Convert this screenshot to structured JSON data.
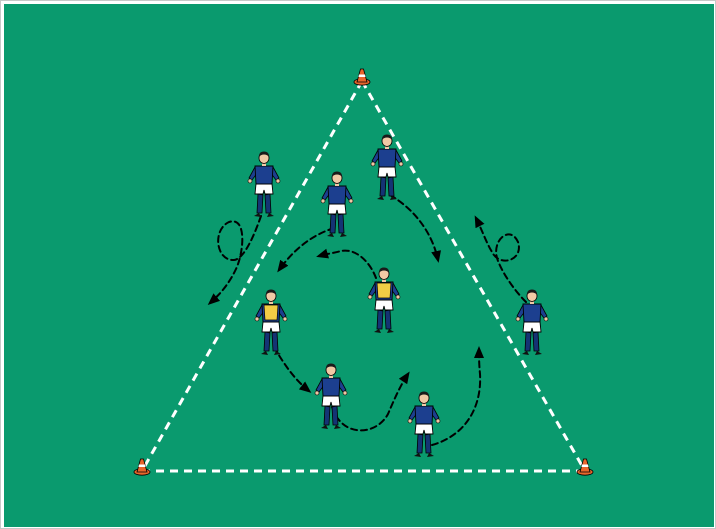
{
  "diagram": {
    "colors": {
      "pitch": "#0a9a6e",
      "boundary_line": "#ffffff",
      "run_arrow": "#000000",
      "team_shirt": "#1c3f8f",
      "bib": "#f2cd45",
      "shorts": "#ffffff",
      "socks": "#143374",
      "cone": "#e8662c"
    },
    "cones": [
      {
        "id": "cone-top",
        "icon": "training-cone"
      },
      {
        "id": "cone-bottom-left",
        "icon": "training-cone"
      },
      {
        "id": "cone-bottom-right",
        "icon": "training-cone"
      }
    ],
    "players": [
      {
        "id": "player-outside-left",
        "role": "outside-player",
        "bib": false
      },
      {
        "id": "player-top-center",
        "role": "inside-player",
        "bib": false
      },
      {
        "id": "player-top-right",
        "role": "inside-player",
        "bib": false
      },
      {
        "id": "player-bib-center",
        "role": "defender",
        "bib": true
      },
      {
        "id": "player-bib-left",
        "role": "defender",
        "bib": true
      },
      {
        "id": "player-bottom-center",
        "role": "inside-player",
        "bib": false
      },
      {
        "id": "player-bottom-right",
        "role": "inside-player",
        "bib": false
      },
      {
        "id": "player-outside-right",
        "role": "outside-player",
        "bib": false
      }
    ],
    "runs": [
      {
        "id": "run-outside-left-loop",
        "style": "dashed-arrow"
      },
      {
        "id": "run-top-center-arc",
        "style": "dashed-arrow"
      },
      {
        "id": "run-top-right",
        "style": "dashed-arrow"
      },
      {
        "id": "run-bib-center",
        "style": "dashed-arrow"
      },
      {
        "id": "run-bib-left",
        "style": "dashed-arrow"
      },
      {
        "id": "run-bottom-center",
        "style": "dashed-arrow"
      },
      {
        "id": "run-bottom-right",
        "style": "dashed-arrow"
      },
      {
        "id": "run-outside-right-loop",
        "style": "dashed-arrow"
      }
    ]
  }
}
